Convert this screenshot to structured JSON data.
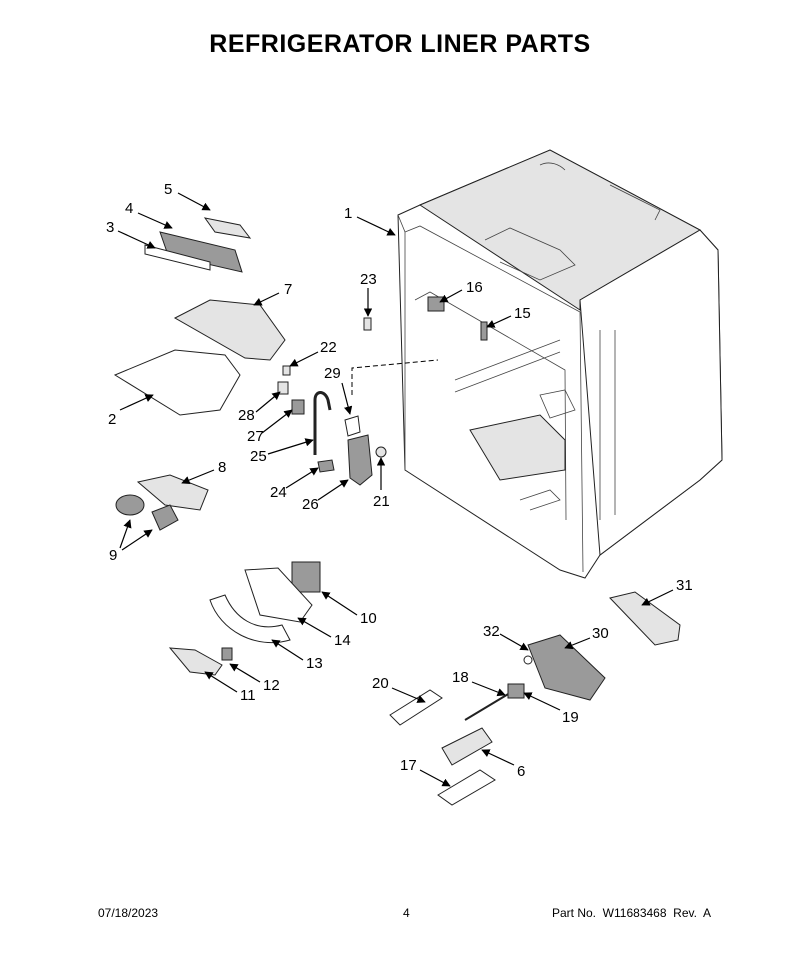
{
  "title": "REFRIGERATOR LINER PARTS",
  "footer": {
    "date": "07/18/2023",
    "page": "4",
    "part_no": "Part No.  W11683468  Rev.  A"
  },
  "callouts": [
    "1",
    "2",
    "3",
    "4",
    "5",
    "6",
    "7",
    "8",
    "9",
    "10",
    "11",
    "12",
    "13",
    "14",
    "15",
    "16",
    "17",
    "18",
    "19",
    "20",
    "21",
    "22",
    "23",
    "24",
    "25",
    "26",
    "27",
    "28",
    "29",
    "30",
    "31",
    "32"
  ]
}
